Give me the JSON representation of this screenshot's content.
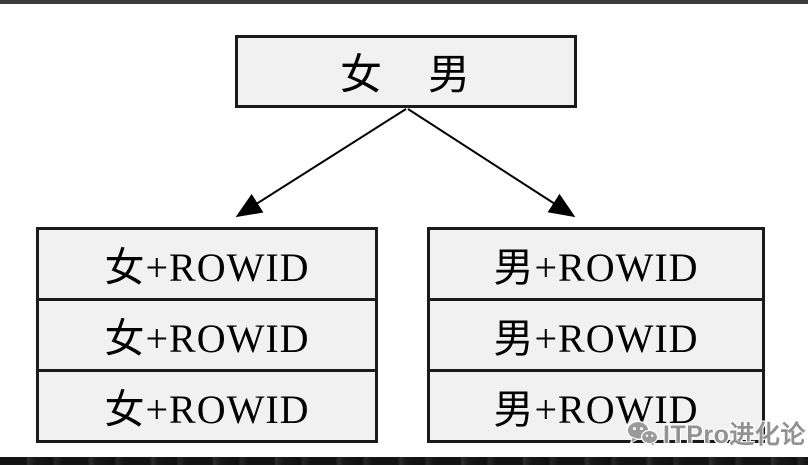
{
  "diagram": {
    "root": {
      "label": "女　男"
    },
    "left_column": {
      "rows": [
        {
          "label": "女+ROWID"
        },
        {
          "label": "女+ROWID"
        },
        {
          "label": "女+ROWID"
        }
      ]
    },
    "right_column": {
      "rows": [
        {
          "label": "男+ROWID"
        },
        {
          "label": "男+ROWID"
        },
        {
          "label": "男+ROWID"
        }
      ]
    }
  },
  "watermark": {
    "text": "ITPro进化论",
    "icon": "wechat-chat-bubbles-icon"
  },
  "colors": {
    "box_fill": "#f1f1f1",
    "box_border": "#1b1b1b",
    "text": "#000000",
    "arrow": "#000000",
    "watermark_text": "#929292",
    "top_strip": "#3c3c3c",
    "bottom_strip": "#161616",
    "background": "#ffffff"
  }
}
